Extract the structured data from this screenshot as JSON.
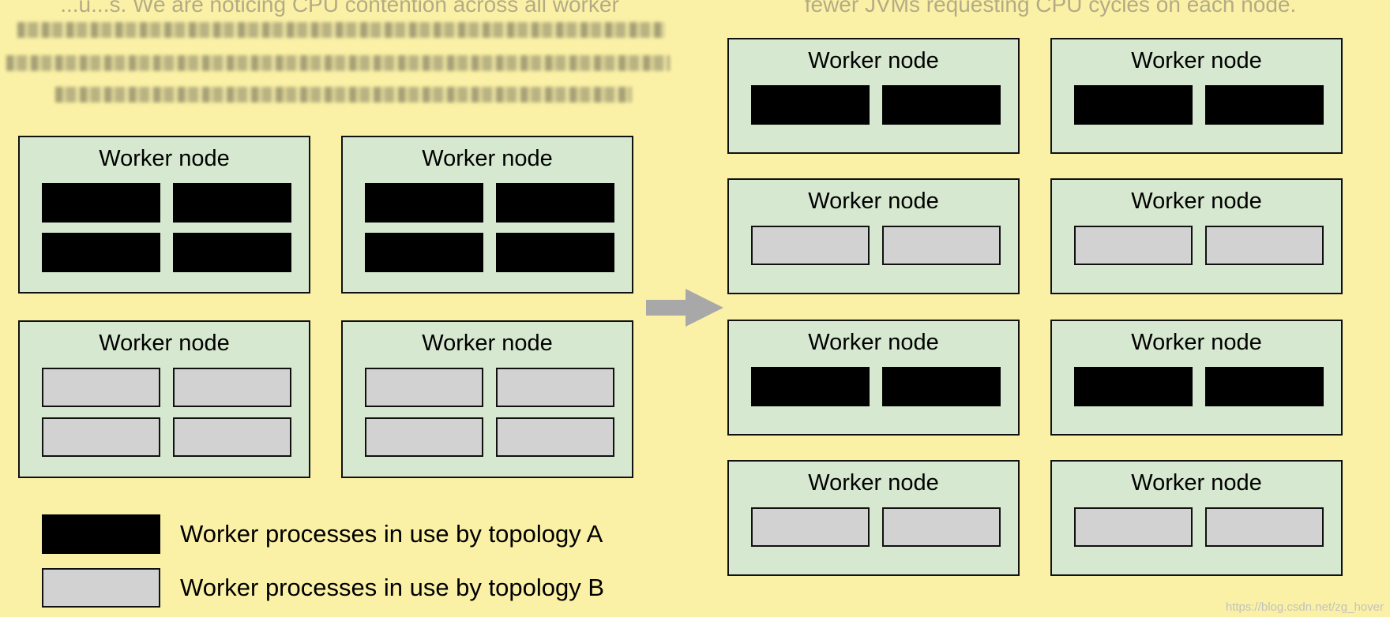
{
  "captions": {
    "left_visible": "...u...s. We are noticing CPU contention across all worker",
    "right_visible": "fewer JVMs requesting CPU cycles on each node."
  },
  "colors": {
    "background": "#fbf1a6",
    "node_fill": "#d6e8cf",
    "topology_a": "#000000",
    "topology_b": "#d2d2d2",
    "arrow": "#a8a8a8"
  },
  "node_label": "Worker node",
  "before": {
    "nodes": [
      {
        "label": "Worker node",
        "processes": [
          "A",
          "A",
          "A",
          "A"
        ]
      },
      {
        "label": "Worker node",
        "processes": [
          "A",
          "A",
          "A",
          "A"
        ]
      },
      {
        "label": "Worker node",
        "processes": [
          "B",
          "B",
          "B",
          "B"
        ]
      },
      {
        "label": "Worker node",
        "processes": [
          "B",
          "B",
          "B",
          "B"
        ]
      }
    ]
  },
  "after": {
    "nodes": [
      {
        "label": "Worker node",
        "processes": [
          "A",
          "A"
        ]
      },
      {
        "label": "Worker node",
        "processes": [
          "A",
          "A"
        ]
      },
      {
        "label": "Worker node",
        "processes": [
          "B",
          "B"
        ]
      },
      {
        "label": "Worker node",
        "processes": [
          "B",
          "B"
        ]
      },
      {
        "label": "Worker node",
        "processes": [
          "A",
          "A"
        ]
      },
      {
        "label": "Worker node",
        "processes": [
          "A",
          "A"
        ]
      },
      {
        "label": "Worker node",
        "processes": [
          "B",
          "B"
        ]
      },
      {
        "label": "Worker node",
        "processes": [
          "B",
          "B"
        ]
      }
    ]
  },
  "legend": {
    "topology_a": "Worker processes in use by topology A",
    "topology_b": "Worker processes in use by topology B"
  },
  "watermark": "https://blog.csdn.net/zg_hover"
}
